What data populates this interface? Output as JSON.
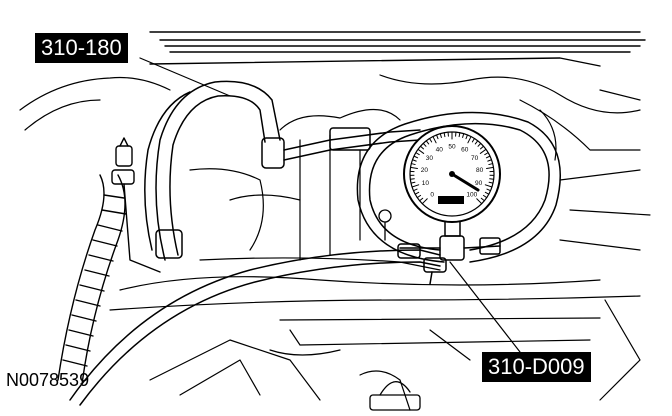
{
  "callouts": {
    "tool_a": "310-180",
    "tool_b": "310-D009"
  },
  "figure_id": "N0078539",
  "gauge": {
    "dial_numbers": [
      "0",
      "10",
      "20",
      "30",
      "40",
      "50",
      "60",
      "70",
      "80",
      "90",
      "100"
    ]
  },
  "colors": {
    "line": "#000000",
    "background": "#ffffff",
    "label_bg": "#000000",
    "label_text": "#ffffff"
  }
}
